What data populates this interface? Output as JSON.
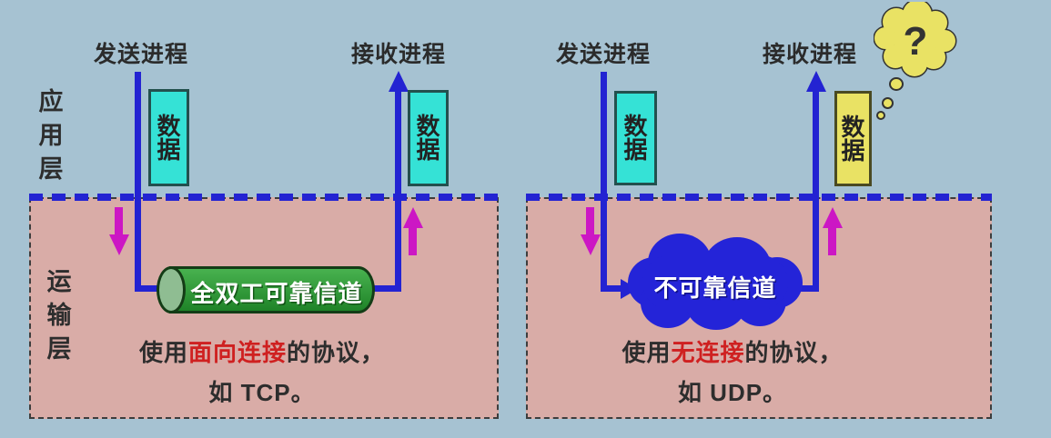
{
  "colors": {
    "background": "#a6c2d2",
    "transport_box_fill": "#d9aca7",
    "flow_blue": "#2323d2",
    "cloud_blue": "#2424d8",
    "data_box_cyan": "#35e2d6",
    "data_box_yellow": "#e9e264",
    "cylinder_green": "#2a9b33",
    "arrow_magenta": "#cc17c4",
    "highlight_red": "#cf2020",
    "text_dark": "#2d2d2d"
  },
  "layers": {
    "application": "应用层",
    "transport": "运输层"
  },
  "tcp": {
    "sender_label": "发送进程",
    "receiver_label": "接收进程",
    "sender_data": "数据",
    "receiver_data": "数据",
    "channel_label": "全双工可靠信道",
    "caption": {
      "prefix": "使用",
      "highlight": "面向连接",
      "suffix": "的协议，",
      "line2": "如 TCP。"
    }
  },
  "udp": {
    "sender_label": "发送进程",
    "receiver_label": "接收进程",
    "sender_data": "数据",
    "receiver_data": "数据",
    "channel_label": "不可靠信道",
    "question_mark": "?",
    "caption": {
      "prefix": "使用",
      "highlight": "无连接",
      "suffix": "的协议，",
      "line2": "如 UDP。"
    }
  }
}
